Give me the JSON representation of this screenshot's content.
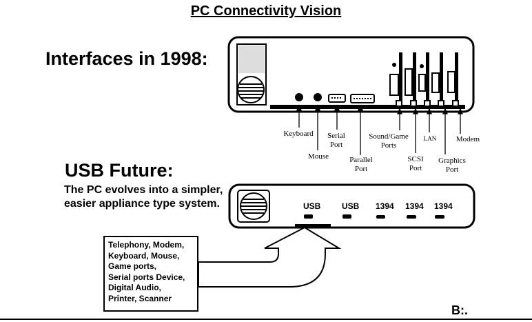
{
  "title": "PC Connectivity Vision",
  "section_1998": {
    "heading": "Interfaces in 1998:",
    "labels": {
      "keyboard": "Keyboard",
      "mouse": "Mouse",
      "serial_1": "Serial",
      "serial_2": "Port",
      "parallel_1": "Parallel",
      "parallel_2": "Port",
      "sound_1": "Sound/Game",
      "sound_2": "Ports",
      "scsi_1": "SCSI",
      "scsi_2": "Port",
      "lan": "LAN",
      "graphics_1": "Graphics",
      "graphics_2": "Port",
      "modem": "Modem"
    }
  },
  "section_usb": {
    "heading": "USB Future:",
    "description": "The PC evolves into a simpler, easier appliance type system.",
    "ports": [
      "USB",
      "USB",
      "1394",
      "1394",
      "1394"
    ],
    "devices": [
      "Telephony, Modem,",
      "Keyboard, Mouse,",
      "Game ports,",
      "Serial ports Device,",
      "Digital Audio,",
      "Printer, Scanner"
    ]
  },
  "footer_mark": "B:."
}
